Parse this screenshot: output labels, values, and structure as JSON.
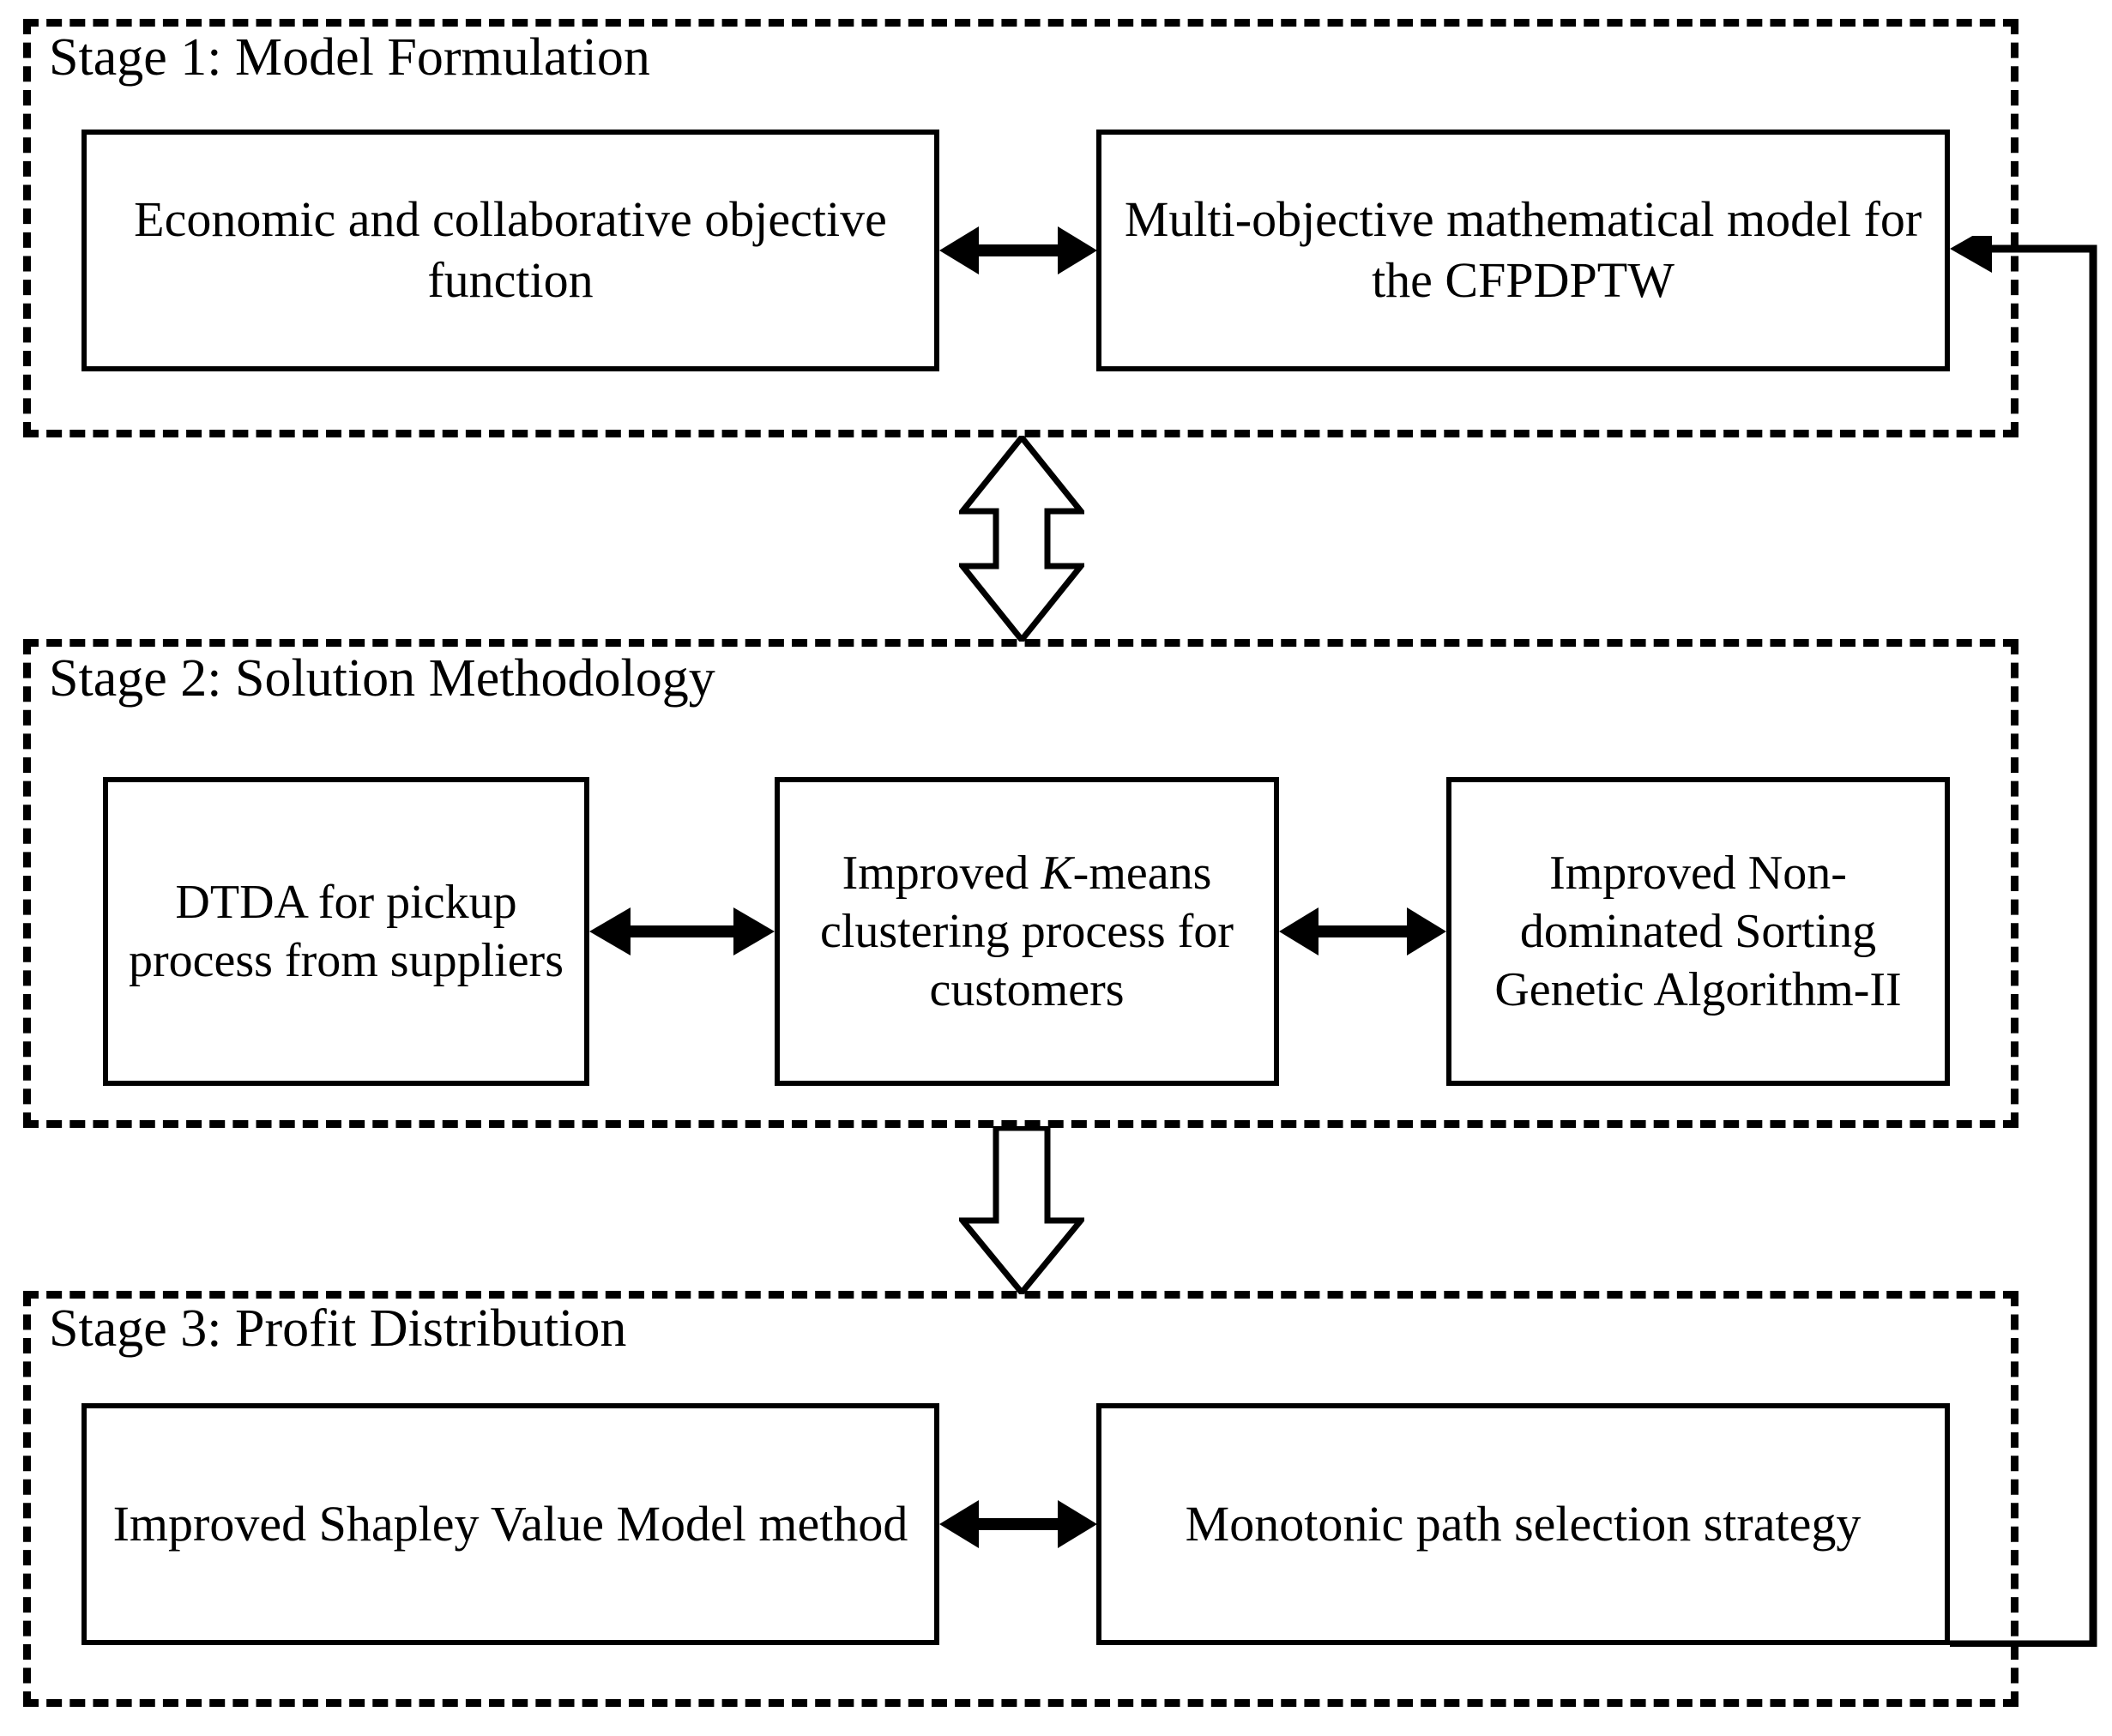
{
  "figure": {
    "type": "flowchart",
    "orientation": "vertical",
    "background_color": "#ffffff",
    "line_color": "#000000"
  },
  "stages": [
    {
      "id": "stage-1",
      "title": "Stage 1: Model Formulation",
      "border_style": "dashed",
      "boxes": [
        {
          "id": "economic-objective",
          "label": "Economic and collaborative objective function"
        },
        {
          "id": "multi-objective-model",
          "label": "Multi-objective mathematical model for the CFPDPTW"
        }
      ],
      "connectors": [
        {
          "id": "stage1-inner-arrow",
          "type": "double-headed-arrow",
          "direction": "horizontal",
          "style": "solid-filled"
        }
      ]
    },
    {
      "id": "stage-2",
      "title": "Stage  2: Solution Methodology",
      "border_style": "dashed",
      "boxes": [
        {
          "id": "dtda-pickup",
          "label": "DTDA for pickup process from suppliers"
        },
        {
          "id": "improved-kmeans",
          "label_prefix": "Improved ",
          "label_italic": "K",
          "label_suffix": "-means clustering process for customers"
        },
        {
          "id": "improved-nsga2",
          "label": "Improved Non-dominated Sorting Genetic Algorithm-II"
        }
      ],
      "connectors": [
        {
          "id": "stage2-arrow-left",
          "type": "double-headed-arrow",
          "direction": "horizontal",
          "style": "solid-filled"
        },
        {
          "id": "stage2-arrow-right",
          "type": "double-headed-arrow",
          "direction": "horizontal",
          "style": "solid-filled"
        }
      ]
    },
    {
      "id": "stage-3",
      "title": "Stage 3: Profit Distribution",
      "border_style": "dashed",
      "boxes": [
        {
          "id": "improved-shapley",
          "label": "Improved Shapley Value Model method"
        },
        {
          "id": "monotonic-path",
          "label": "Monotonic path selection strategy"
        }
      ],
      "connectors": [
        {
          "id": "stage3-inner-arrow",
          "type": "double-headed-arrow",
          "direction": "horizontal",
          "style": "solid-filled"
        }
      ]
    }
  ],
  "inter_stage_connectors": [
    {
      "id": "stage1-to-stage2",
      "type": "double-headed-arrow",
      "direction": "vertical",
      "style": "hollow-outline",
      "from": "stage-1",
      "to": "stage-2"
    },
    {
      "id": "stage2-to-stage3",
      "type": "single-headed-arrow",
      "direction": "down",
      "style": "hollow-outline",
      "from": "stage-2",
      "to": "stage-3"
    },
    {
      "id": "feedback-loop",
      "type": "single-headed-arrow",
      "direction": "right-up-left",
      "style": "solid-line",
      "from": "monotonic-path",
      "to": "multi-objective-model"
    }
  ]
}
